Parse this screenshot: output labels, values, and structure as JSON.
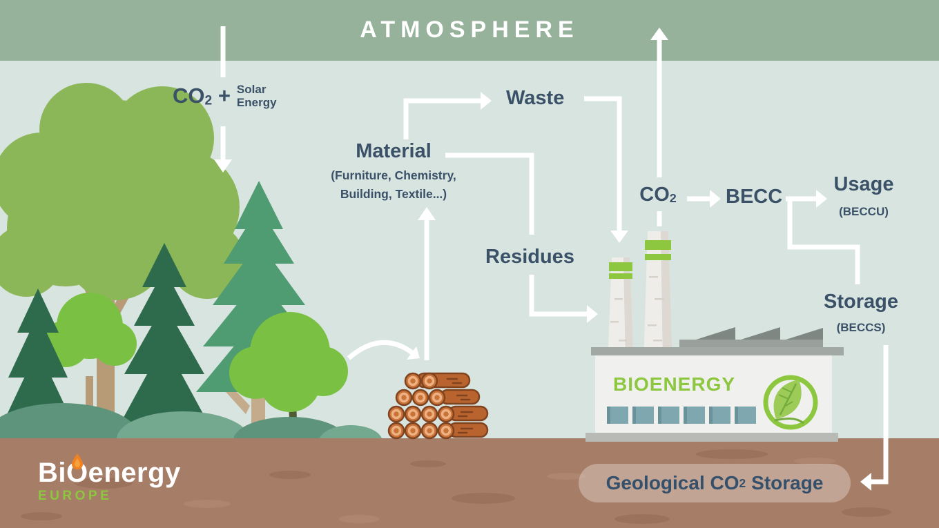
{
  "header": {
    "title": "ATMOSPHERE"
  },
  "flow": {
    "photosynthesis": {
      "co2": "CO",
      "co2_sub": "2",
      "plus": "+",
      "solar_line1": "Solar",
      "solar_line2": "Energy"
    },
    "material": {
      "title": "Material",
      "sub_line1": "(Furniture, Chemistry,",
      "sub_line2": "Building, Textile...)"
    },
    "waste": {
      "label": "Waste"
    },
    "residues": {
      "label": "Residues"
    },
    "co2_emission": {
      "text": "CO",
      "sub": "2"
    },
    "becc": {
      "label": "BECC"
    },
    "usage": {
      "title": "Usage",
      "sub": "(BECCU)"
    },
    "storage": {
      "title": "Storage",
      "sub": "(BECCS)"
    },
    "geological_storage": {
      "pre": "Geological CO",
      "sub": "2",
      "post": "Storage"
    }
  },
  "factory": {
    "sign": "BIOENERGY"
  },
  "logo": {
    "part1": "Bi",
    "o": "O",
    "part2": "energy",
    "region": "EUROPE"
  },
  "colors": {
    "header_green": "#96b29b",
    "background": "#d8e4df",
    "ground_brown": "#a67d66",
    "text_navy": "#3a5168",
    "brand_green": "#8dc63f",
    "arrow_white": "#ffffff",
    "flame_orange": "#f08122"
  }
}
